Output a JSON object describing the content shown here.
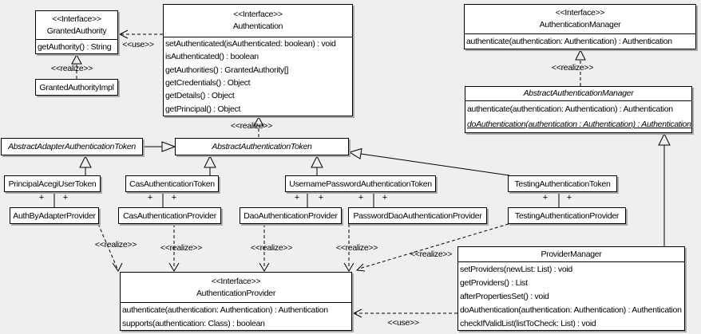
{
  "colors": {
    "background": "#efefef",
    "box_fill": "#ffffff",
    "line": "#000000",
    "shadow": "#a9a9a9"
  },
  "labels": {
    "use": "<<use>>",
    "realize": "<<realize>>",
    "plus": "+"
  },
  "classes": {
    "grantedAuthority": {
      "stereotype": "<<Interface>>",
      "name": "GrantedAuthority",
      "methods": [
        "getAuthority() : String"
      ]
    },
    "grantedAuthorityImpl": {
      "name": "GrantedAuthorityImpl"
    },
    "authentication": {
      "stereotype": "<<Interface>>",
      "name": "Authentication",
      "methods": [
        "setAuthenticated(isAuthenticated: boolean) : void",
        "isAuthenticated() : boolean",
        "getAuthorities() : GrantedAuthority[]",
        "getCredentials() : Object",
        "getDetails() : Object",
        "getPrincipal() : Object"
      ]
    },
    "authenticationManager": {
      "stereotype": "<<Interface>>",
      "name": "AuthenticationManager",
      "methods": [
        "authenticate(authentication: Authentication) : Authentication"
      ]
    },
    "abstractAuthenticationManager": {
      "name": "AbstractAuthenticationManager",
      "methods": [
        "authenticate(authentication: Authentication) : Authentication",
        "doAuthentication(authentication : Authentication) : Authentication"
      ]
    },
    "abstractAdapterAuthenticationToken": {
      "name": "AbstractAdapterAuthenticationToken"
    },
    "abstractAuthenticationToken": {
      "name": "AbstractAuthenticationToken"
    },
    "principalAcegiUserToken": {
      "name": "PrincipalAcegiUserToken"
    },
    "casAuthenticationToken": {
      "name": "CasAuthenticationToken"
    },
    "usernamePasswordAuthenticationToken": {
      "name": "UsernamePasswordAuthenticationToken"
    },
    "testingAuthenticationToken": {
      "name": "TestingAuthenticationToken"
    },
    "authByAdapterProvider": {
      "name": "AuthByAdapterProvider"
    },
    "casAuthenticationProvider": {
      "name": "CasAuthenticationProvider"
    },
    "daoAuthenticationProvider": {
      "name": "DaoAuthenticationProvider"
    },
    "passwordDaoAuthenticationProvider": {
      "name": "PasswordDaoAuthenticationProvider"
    },
    "testingAuthenticationProvider": {
      "name": "TestingAuthenticationProvider"
    },
    "authenticationProvider": {
      "stereotype": "<<Interface>>",
      "name": "AuthenticationProvider",
      "methods": [
        "authenticate(authentication: Authentication) : Authentication",
        "supports(authentication: Class) : boolean"
      ]
    },
    "providerManager": {
      "name": "ProviderManager",
      "methods": [
        "setProviders(newList: List) : void",
        "getProviders() : List",
        "afterPropertiesSet() : void",
        "doAuthentication(authentication: Authentication) : Authentication",
        "checkIfValidList(listToCheck: List) : void"
      ]
    }
  }
}
